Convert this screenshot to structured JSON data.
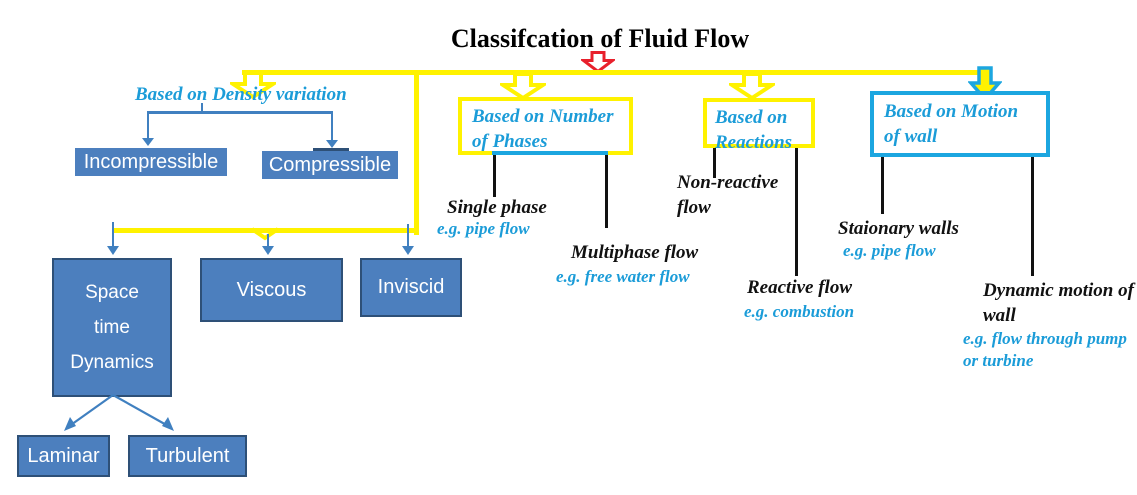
{
  "title": "Classifcation of Fluid Flow",
  "colors": {
    "yellow_connector": "#FFF200",
    "red_arrow": "#E8202C",
    "cyan_text": "#1B9CD8",
    "cyan_border": "#1CA6E0",
    "node_fill": "#4C7FBE",
    "node_border": "#2E5077",
    "blue_connector": "#4080C0",
    "black_line": "#111111"
  },
  "icons": {
    "root_arrow": "red-outline-down-arrow",
    "branch_arrow": "yellow-outline-down-arrow",
    "motion_branch_arrow": "yellow-filled-cyan-outline-down-arrow",
    "line_chevron": "yellow-down-chevron"
  },
  "branches": {
    "density": {
      "heading": "Based on Density variation",
      "incompressible": "Incompressible",
      "compressible": "Compressible"
    },
    "regime": {
      "space_time": {
        "lines": [
          "Space",
          "time",
          "Dynamics"
        ]
      },
      "viscous": "Viscous",
      "inviscid": "Inviscid",
      "laminar": "Laminar",
      "turbulent": "Turbulent"
    },
    "phases": {
      "heading": "Based on Number of Phases",
      "single": {
        "label": "Single phase",
        "example": "e.g. pipe flow"
      },
      "multi": {
        "label": "Multiphase flow",
        "example": "e.g. free water flow"
      }
    },
    "reactions": {
      "heading": "Based on Reactions",
      "non_reactive": {
        "label": "Non-reactive flow"
      },
      "reactive": {
        "label": "Reactive flow",
        "example": "e.g. combustion"
      }
    },
    "motion": {
      "heading": "Based on Motion of wall",
      "stationary": {
        "label": "Staionary walls",
        "example": "e.g. pipe flow"
      },
      "dynamic": {
        "label": "Dynamic motion of wall",
        "example": "e.g. flow through pump or turbine"
      }
    }
  }
}
